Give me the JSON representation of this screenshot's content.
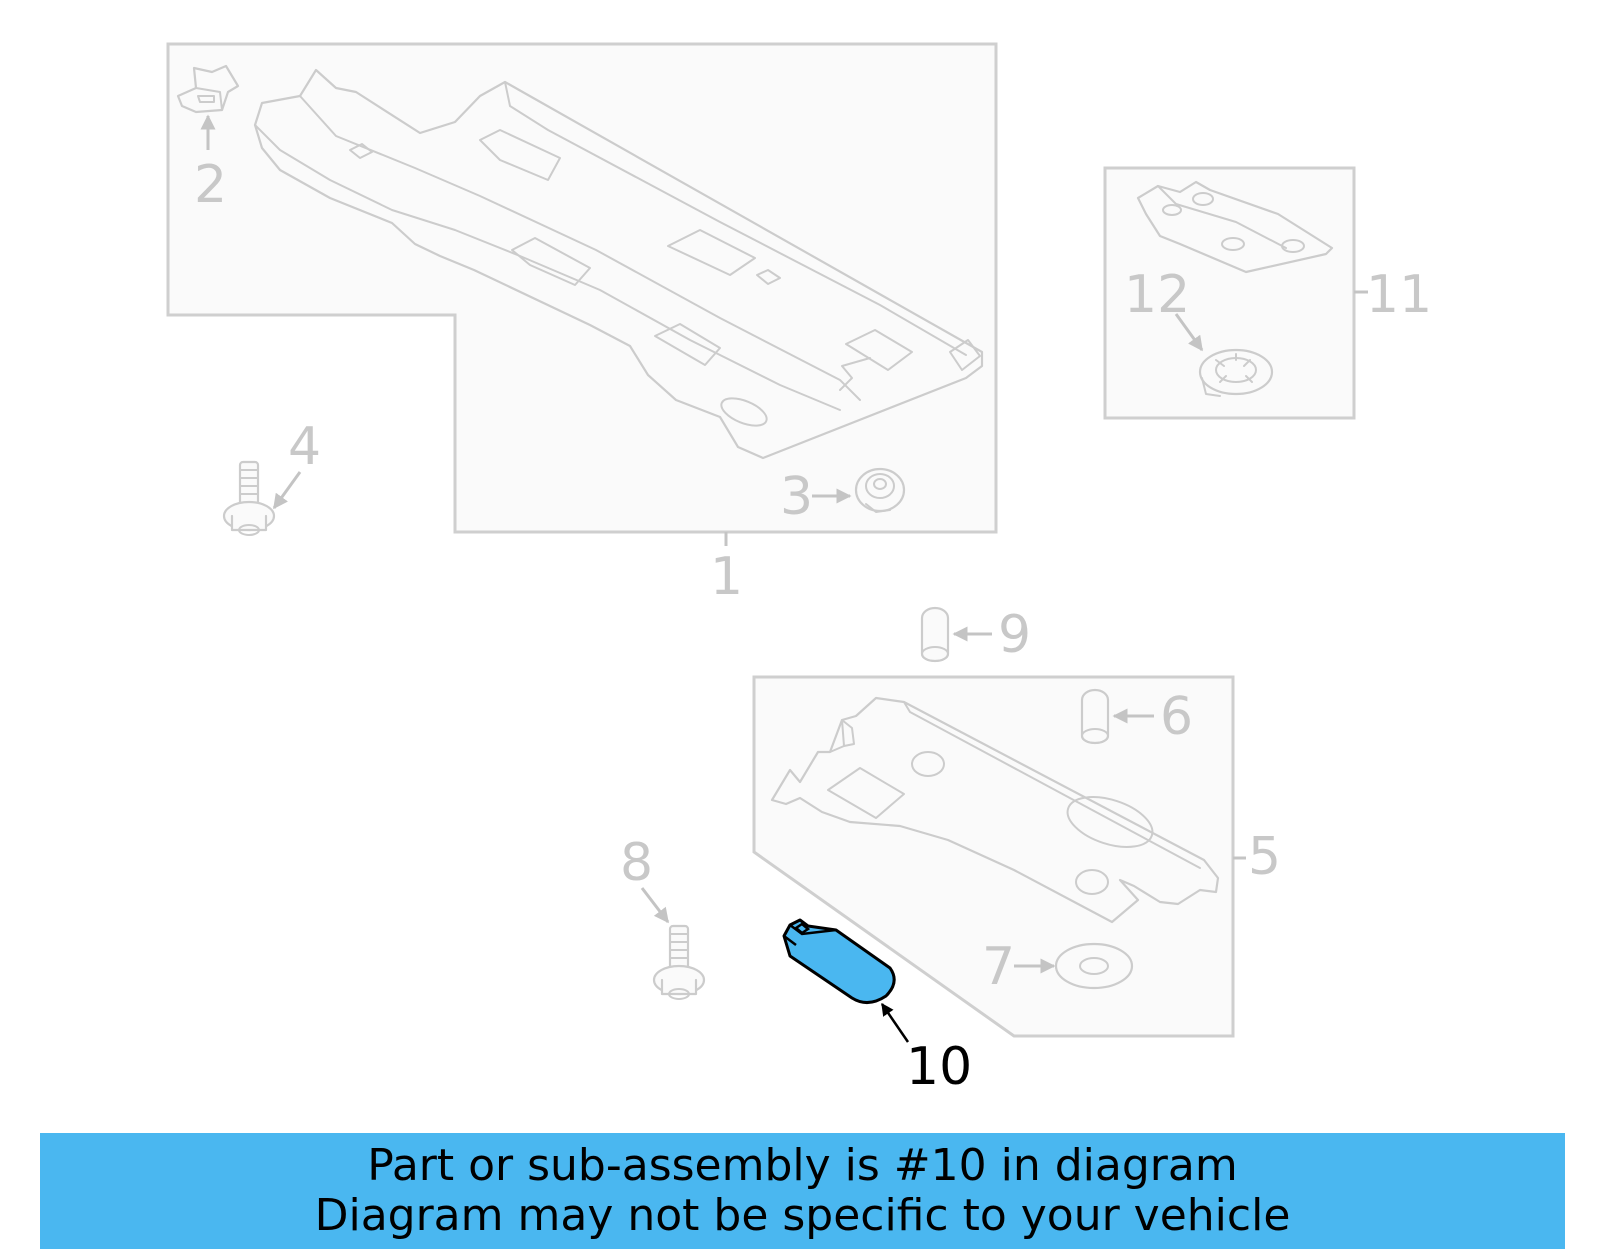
{
  "callouts": {
    "c1": "1",
    "c2": "2",
    "c3": "3",
    "c4": "4",
    "c5": "5",
    "c6": "6",
    "c7": "7",
    "c8": "8",
    "c9": "9",
    "c10": "10",
    "c11": "11",
    "c12": "12"
  },
  "highlighted_part": "10",
  "colors": {
    "highlight": "#4ab7f0",
    "banner": "#4ab7f0",
    "line_gray": "#cccccc"
  },
  "banner": {
    "line1": "Part or sub-assembly is #10 in diagram",
    "line2": "Diagram may not be specific to your vehicle"
  }
}
